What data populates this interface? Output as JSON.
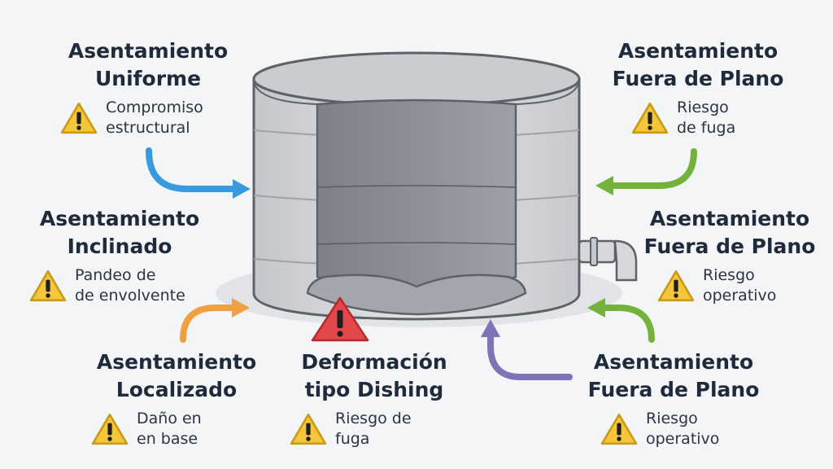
{
  "labels": {
    "uniforme": {
      "title": [
        "Asentamiento",
        "Uniforme"
      ],
      "desc": [
        "Compromiso",
        "estructural"
      ]
    },
    "inclinado": {
      "title": [
        "Asentamiento",
        "Inclinado"
      ],
      "desc": [
        "Pandeo de",
        "de envolvente"
      ]
    },
    "localizado": {
      "title": [
        "Asentamiento",
        "Localizado"
      ],
      "desc": [
        "Daño en",
        "en base"
      ]
    },
    "dishing": {
      "title": [
        "Deformación",
        "tipo Dishing"
      ],
      "desc": [
        "Riesgo de",
        "fuga"
      ]
    },
    "fuera_plano_1": {
      "title": [
        "Asentamiento",
        "Fuera de Plano"
      ],
      "desc": [
        "Riesgo",
        "de fuga"
      ]
    },
    "fuera_plano_2": {
      "title": [
        "Asentamiento",
        "Fuera de Plano"
      ],
      "desc": [
        "Riesgo",
        "operativo"
      ]
    },
    "fuera_plano_3": {
      "title": [
        "Asentamiento",
        "Fuera de Plano"
      ],
      "desc": [
        "Riesgo",
        "operativo"
      ]
    }
  },
  "colors": {
    "arrow_blue": "#3a9ae0",
    "arrow_orange": "#f0a040",
    "arrow_green": "#73b33c",
    "arrow_purple": "#7e74b5",
    "warning_yellow": "#f5c53a",
    "warning_red": "#e2474a",
    "tank_shell": "#d4d6da",
    "tank_inner": "#8f9399",
    "text_dark": "#1f2a3a"
  },
  "icons": {
    "warning": "warning-triangle-icon",
    "critical": "critical-warning-icon"
  }
}
